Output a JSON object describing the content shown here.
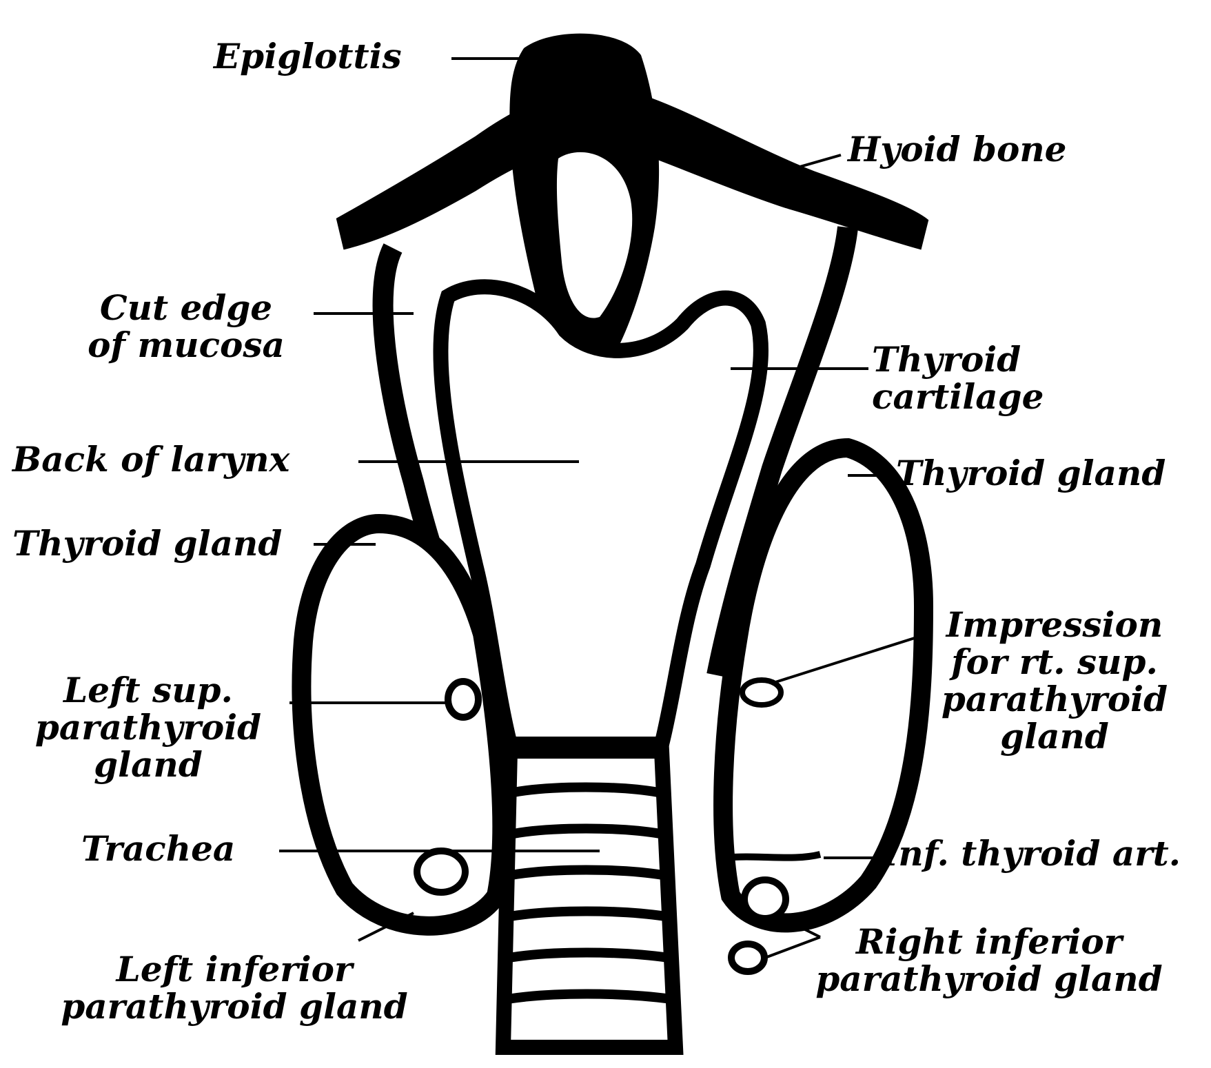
{
  "labels": {
    "epiglottis": "Epiglottis",
    "hyoid_bone": "Hyoid bone",
    "cut_edge_1": "Cut edge",
    "cut_edge_2": "of mucosa",
    "thyroid_cartilage_1": "Thyroid",
    "thyroid_cartilage_2": "cartilage",
    "back_of_larynx": "Back of larynx",
    "thyroid_gland_right": "Thyroid gland",
    "thyroid_gland_left": "Thyroid gland",
    "impression_1": "Impression",
    "impression_2": "for rt. sup.",
    "impression_3": "parathyroid",
    "impression_4": "gland",
    "left_sup_1": "Left sup.",
    "left_sup_2": "parathyroid",
    "left_sup_3": "gland",
    "trachea": "Trachea",
    "inf_thyroid_art": "Inf. thyroid art.",
    "left_inferior_1": "Left inferior",
    "left_inferior_2": "parathyroid gland",
    "right_inferior_1": "Right inferior",
    "right_inferior_2": "parathyroid gland"
  },
  "colors": {
    "ink": "#000000",
    "paper": "#ffffff"
  }
}
